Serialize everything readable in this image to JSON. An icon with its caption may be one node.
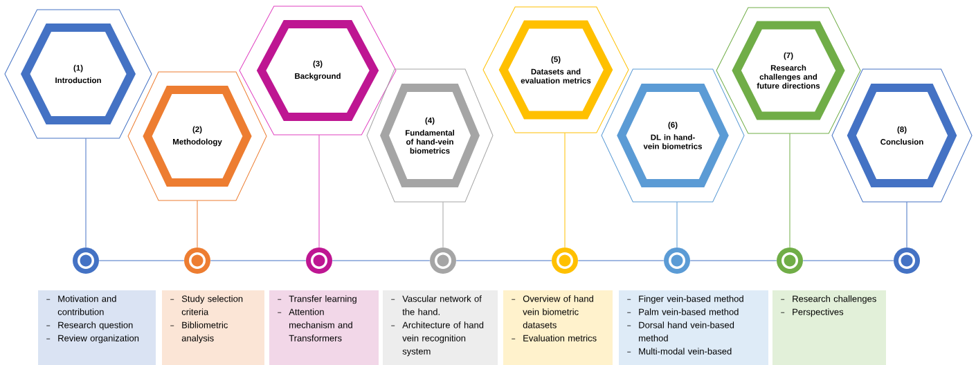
{
  "diagram": {
    "nodes": [
      {
        "text": [
          "(1)",
          "Introduction"
        ]
      },
      {
        "text": [
          "(2)",
          "Methodology"
        ]
      },
      {
        "text": [
          "(3)",
          "Background"
        ]
      },
      {
        "text": [
          "(4)",
          "Fundamental of hand-vein biometrics"
        ]
      },
      {
        "text": [
          "(5)",
          "Datasets and evaluation metrics"
        ]
      },
      {
        "text": [
          "(6)",
          "DL in hand-vein biometrics"
        ]
      },
      {
        "text": [
          "(7)",
          "Research challenges and future directions"
        ]
      },
      {
        "text": [
          "(8)",
          "Conclusion"
        ]
      },
      {
        "text": [],
        "shape": "circle"
      },
      {
        "text": [],
        "shape": "circle"
      },
      {
        "text": [],
        "shape": "circle"
      },
      {
        "text": [],
        "shape": "circle"
      },
      {
        "text": [],
        "shape": "circle"
      },
      {
        "text": [],
        "shape": "circle"
      },
      {
        "text": [],
        "shape": "circle"
      },
      {
        "text": [],
        "shape": "circle"
      },
      {
        "text": [
          "Motivation and contribution",
          "Research question",
          "Review organization"
        ]
      },
      {
        "text": [
          "Study selection criteria",
          "Bibliometric analysis"
        ]
      },
      {
        "text": [
          "Transfer learning",
          "Attention mechanism and Transformers"
        ]
      },
      {
        "text": [
          "Vascular network of the hand.",
          "Architecture of hand vein recognition system"
        ]
      },
      {
        "text": [
          "Overview of hand vein biometric datasets",
          "Evaluation metrics"
        ]
      },
      {
        "text": [
          "Finger vein-based method",
          "Palm vein-based method",
          "Dorsal hand vein-based method",
          "Multi-modal vein-based"
        ]
      },
      {
        "text": [
          "Research challenges",
          "Perspectives"
        ]
      }
    ],
    "edges": [
      {
        "from": 0,
        "to": 8,
        "arrow": "none"
      },
      {
        "from": 1,
        "to": 9,
        "arrow": "none",
        "color": "#ed7d31"
      },
      {
        "from": 2,
        "to": 10,
        "arrow": "none",
        "color": "#e040c0"
      },
      {
        "from": 3,
        "to": 11,
        "arrow": "none",
        "color": "#a5a5a5"
      },
      {
        "from": 4,
        "to": 12,
        "arrow": "none",
        "color": "#ffc000"
      },
      {
        "from": 5,
        "to": 13,
        "arrow": "none",
        "color": "#5b9bd5"
      },
      {
        "from": 6,
        "to": 14,
        "arrow": "none",
        "color": "#70ad47"
      },
      {
        "from": 7,
        "to": 15,
        "arrow": "none"
      },
      {
        "from": 8,
        "to": 9,
        "arrow": "none"
      },
      {
        "from": 9,
        "to": 10,
        "arrow": "none"
      },
      {
        "from": 10,
        "to": 11,
        "arrow": "none"
      },
      {
        "from": 11,
        "to": 12,
        "arrow": "none"
      },
      {
        "from": 12,
        "to": 13,
        "arrow": "none"
      },
      {
        "from": 13,
        "to": 14,
        "arrow": "none"
      },
      {
        "from": 14,
        "to": 15,
        "arrow": "none"
      }
    ]
  }
}
